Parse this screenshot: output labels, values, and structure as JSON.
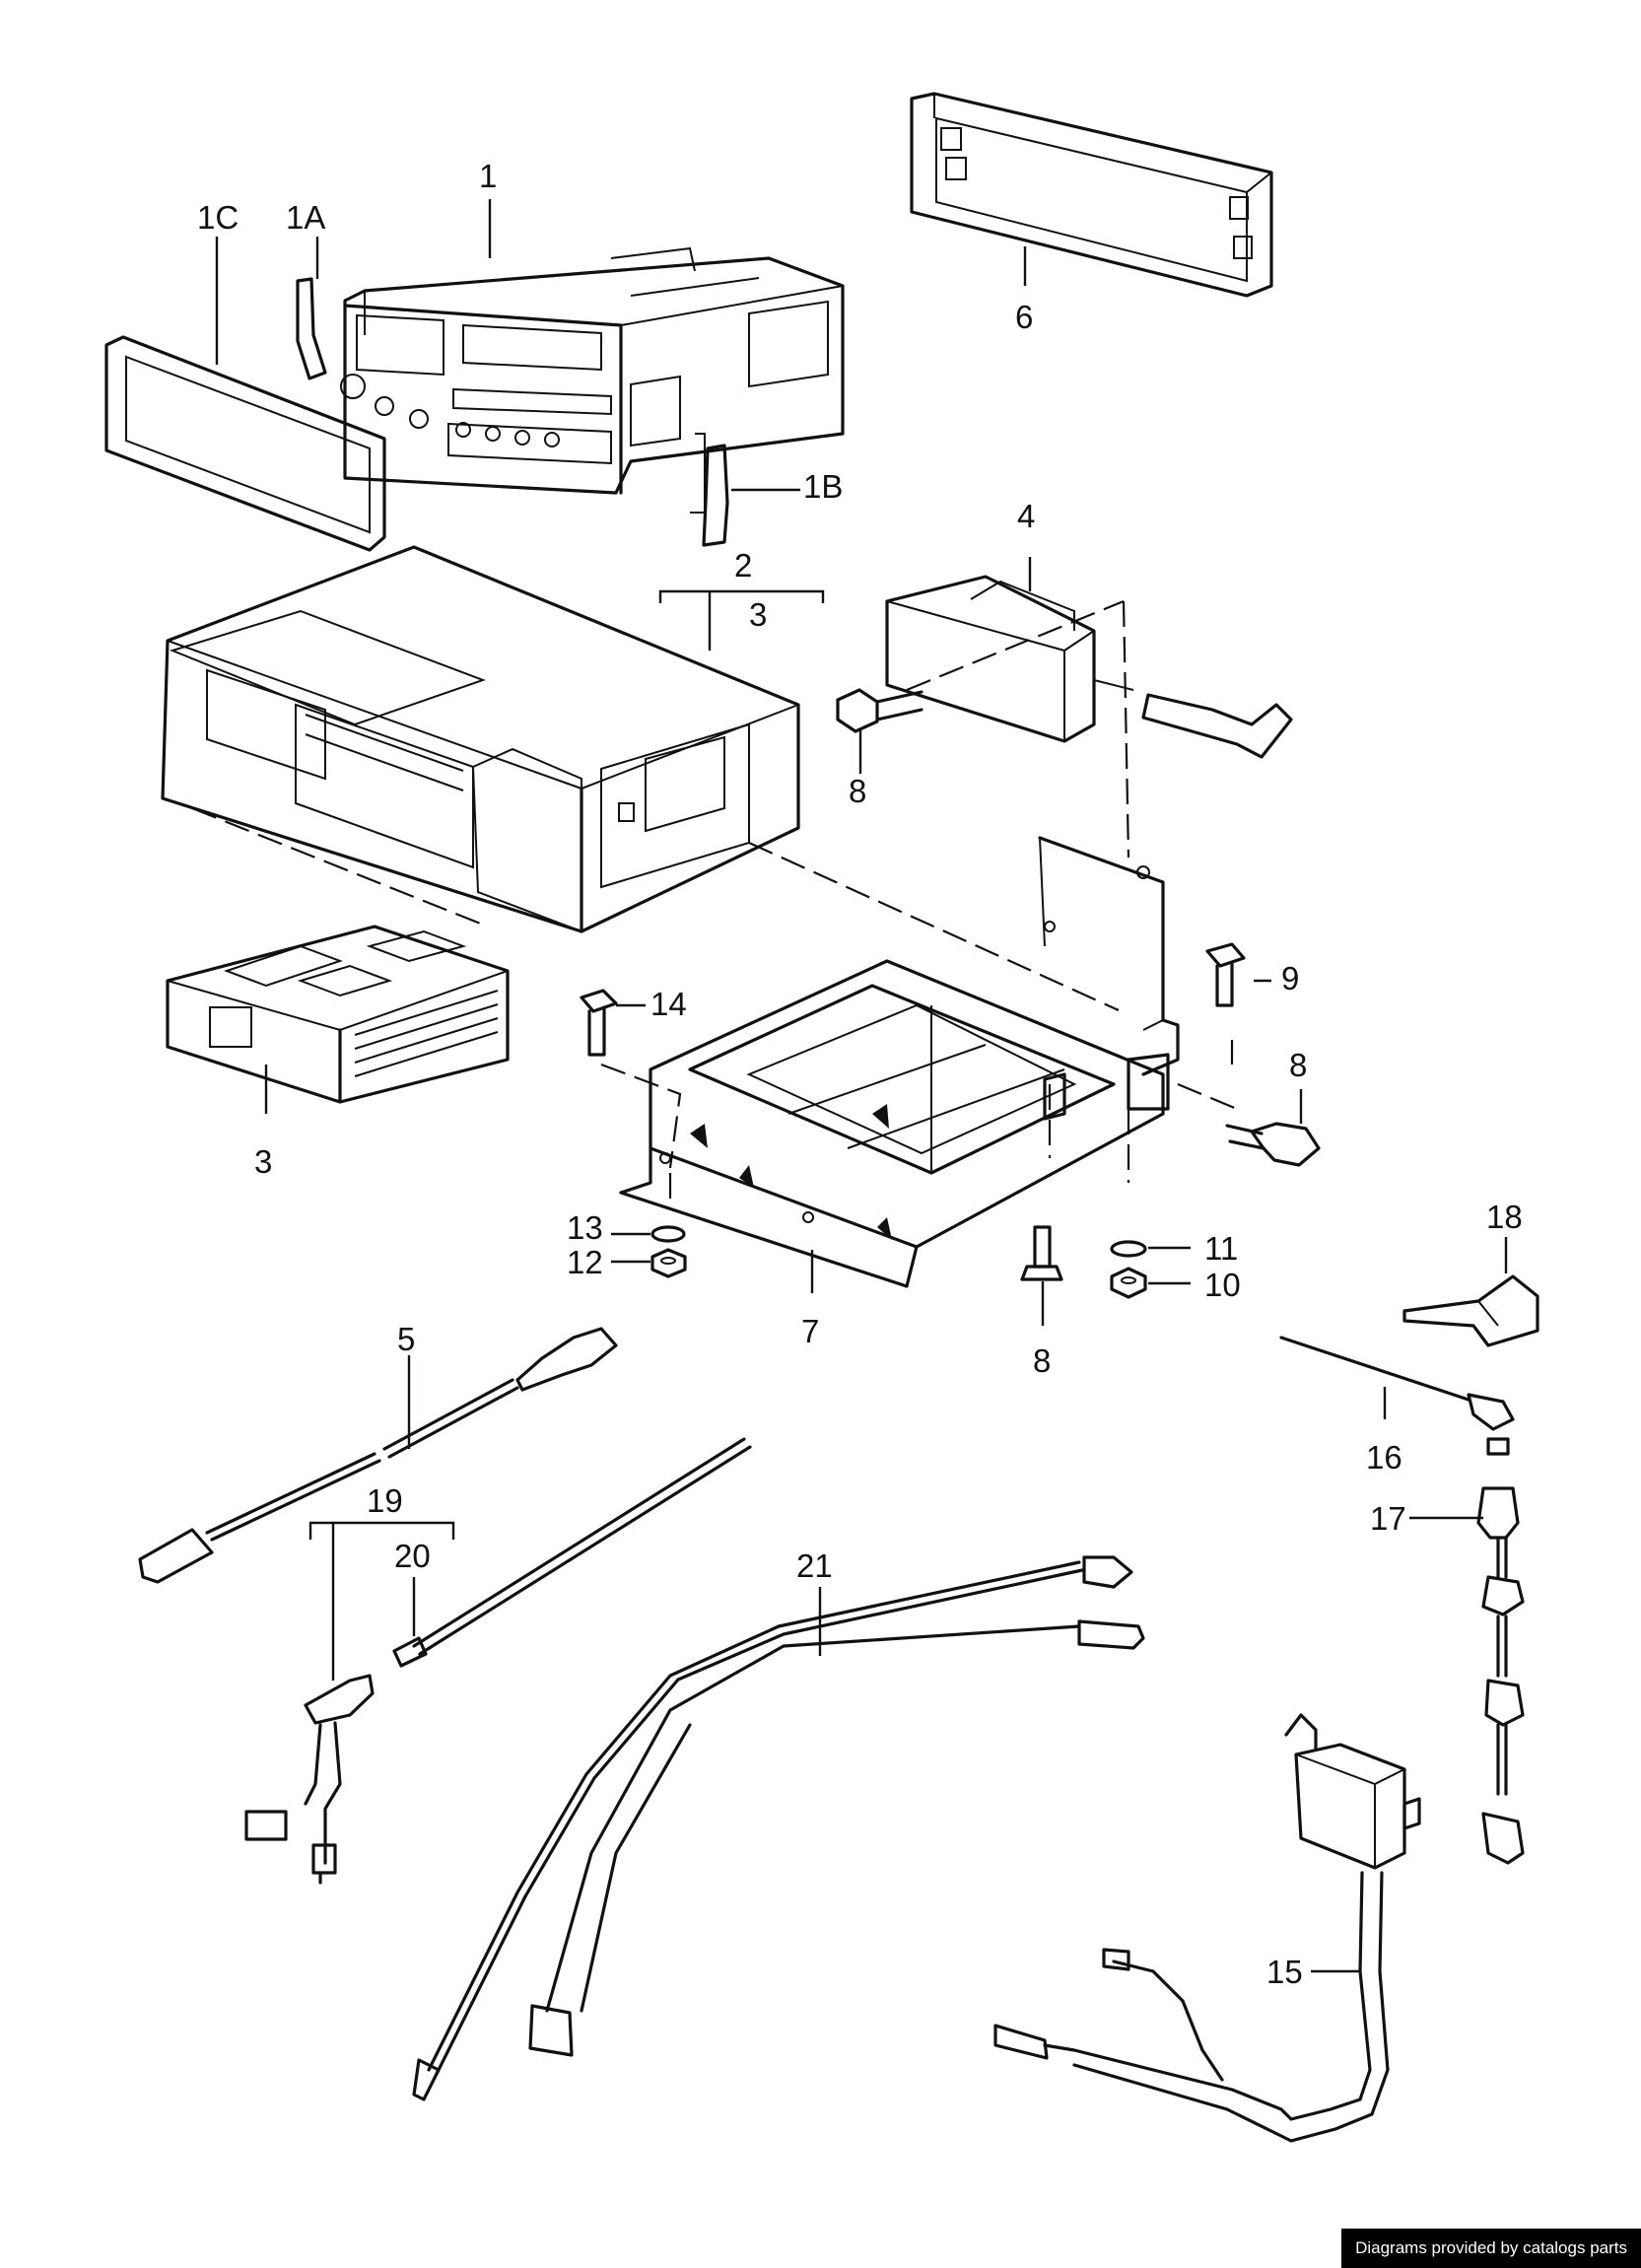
{
  "callouts": {
    "c1": "1",
    "c1A": "1A",
    "c1B": "1B",
    "c1C": "1C",
    "c2": "2",
    "c3a": "3",
    "c3b": "3",
    "c4": "4",
    "c5": "5",
    "c6": "6",
    "c7": "7",
    "c8a": "8",
    "c8b": "8",
    "c8c": "8",
    "c9": "9",
    "c10": "10",
    "c11": "11",
    "c12": "12",
    "c13": "13",
    "c14": "14",
    "c15": "15",
    "c16": "16",
    "c17": "17",
    "c18": "18",
    "c19": "19",
    "c20": "20",
    "c21": "21"
  },
  "credit": "Diagrams provided by catalogs parts",
  "colors": {
    "ink": "#111111",
    "background": "#ffffff",
    "credit_bg": "#000000",
    "credit_text": "#ffffff"
  }
}
